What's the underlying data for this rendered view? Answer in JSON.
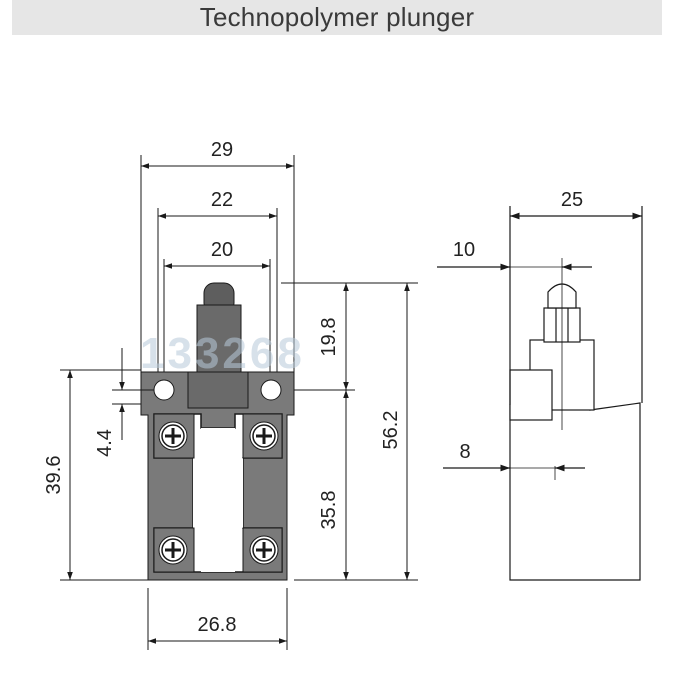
{
  "title": "Technopolymer plunger",
  "watermark": "133268",
  "colors": {
    "title_bg": "#e6e6e6",
    "title_text": "#3a3a3a",
    "line": "#1a1a1a",
    "body_fill": "#7a7a7a",
    "plunger_fill": "#5e5e5e",
    "window_fill": "#ffffff",
    "watermark": "#b7c9d9"
  },
  "front_view": {
    "dims": {
      "width_top": "29",
      "width_mid": "22",
      "width_inner": "20",
      "plunger_height": "19.8",
      "total_height": "56.2",
      "lower_height": "35.8",
      "left_height": "39.6",
      "hole_offset": "4.4",
      "base_width": "26.8"
    }
  },
  "side_view": {
    "dims": {
      "depth": "25",
      "plunger_offset": "10",
      "lower_offset": "8"
    }
  }
}
